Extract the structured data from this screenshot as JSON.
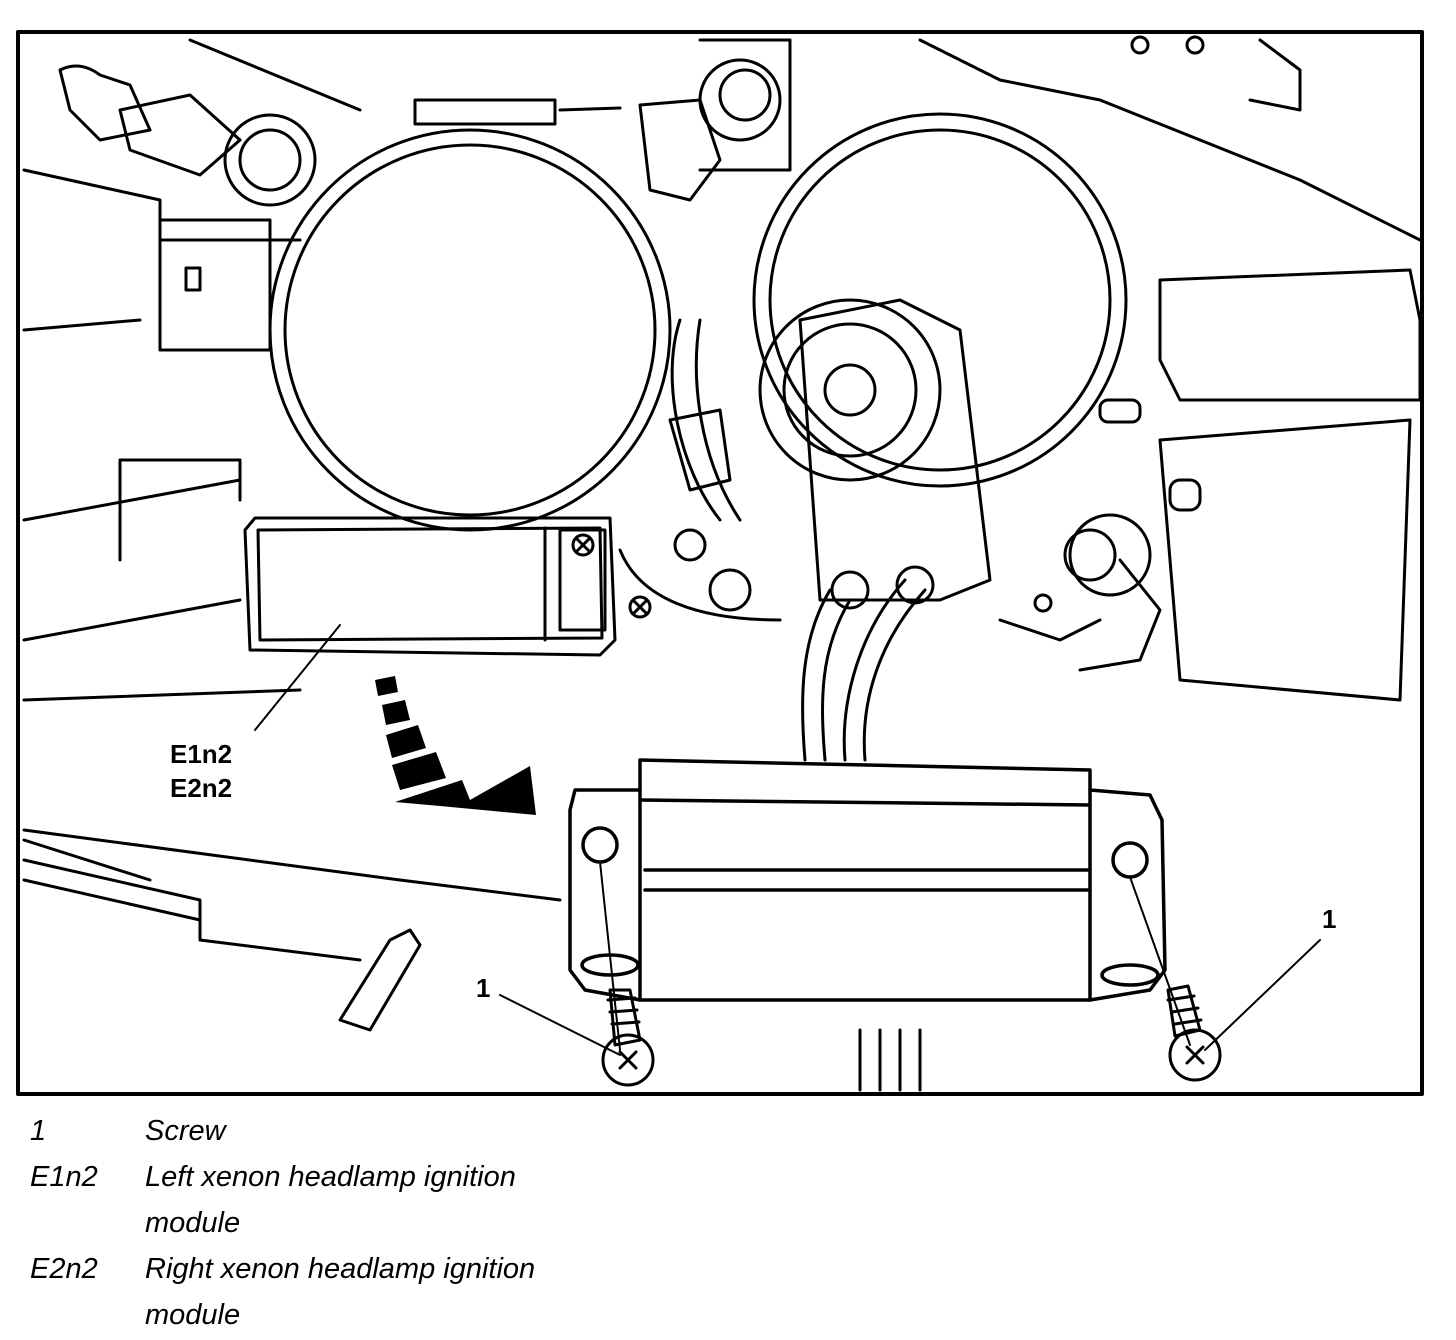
{
  "callouts": {
    "module_left": "E1n2",
    "module_right": "E2n2",
    "screw_left": "1",
    "screw_right": "1"
  },
  "legend": [
    {
      "code": "1",
      "text": "Screw",
      "cont": ""
    },
    {
      "code": "E1n2",
      "text": "Left xenon headlamp ignition",
      "cont": "module"
    },
    {
      "code": "E2n2",
      "text": "Right xenon headlamp ignition",
      "cont": "module"
    }
  ]
}
